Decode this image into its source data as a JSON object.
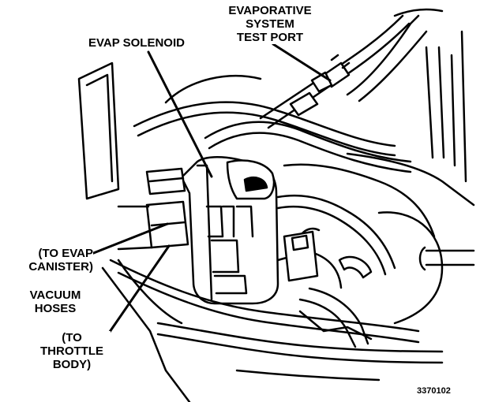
{
  "labels": {
    "evap_test_port": [
      "EVAPORATIVE",
      "SYSTEM",
      "TEST PORT"
    ],
    "evap_solenoid": "EVAP SOLENOID",
    "to_evap_canister": [
      "(TO EVAP",
      "CANISTER)"
    ],
    "vacuum_hoses": [
      "VACUUM",
      "HOSES"
    ],
    "to_throttle_body": [
      "(TO",
      "THROTTLE",
      "BODY)"
    ],
    "figure_id": "3370102"
  },
  "colors": {
    "ink": "#000000",
    "paper": "#ffffff"
  }
}
